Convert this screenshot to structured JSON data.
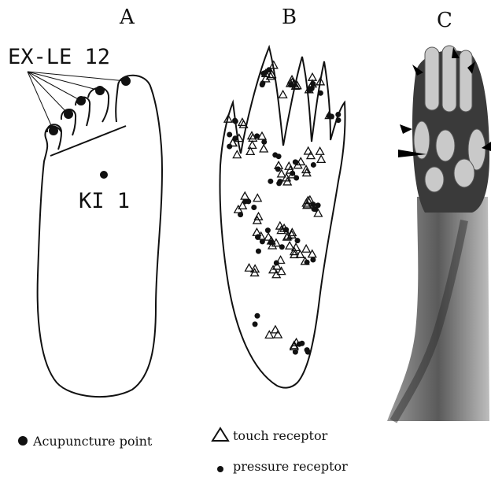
{
  "panels": {
    "a": {
      "letter": "A",
      "point_label_toes": "EX-LE 12",
      "point_label_sole": "KI 1"
    },
    "b": {
      "letter": "B"
    },
    "c": {
      "letter": "C"
    }
  },
  "legend": {
    "acupuncture_point": "Acupuncture point",
    "touch_receptor": "touch receptor",
    "pressure_receptor": "pressure receptor"
  },
  "colors": {
    "ink": "#111111",
    "photo_dark": "#2a2a2a",
    "photo_light": "#cfcfcf"
  }
}
